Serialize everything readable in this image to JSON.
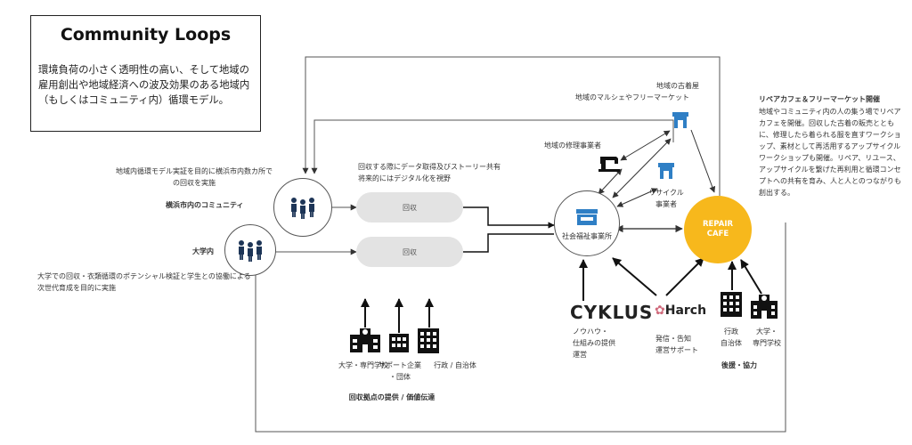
{
  "title": "Community Loops",
  "description": "環境負荷の小さく透明性の高い、そして地域の雇用創出や地域経済への波及効果のある地域内（もしくはコミュニティ内）循環モデル。",
  "community": {
    "note": "地域内循環モデル実証を目的に横浜市内数カ所での回収を実施",
    "label": "横浜市内のコミュニティ"
  },
  "university": {
    "label": "大学内",
    "note": "大学での回収・衣類循環のポテンシャル検証と学生との協働による次世代育成を目的に実施"
  },
  "collection": {
    "note_line1": "回収する際にデータ取得及びストーリー共有",
    "note_line2": "将来的にはデジタル化を視野",
    "pill_top": "回収",
    "pill_bottom": "回収"
  },
  "welfare_office": "社会福祉事業所",
  "repair_shop": "地域の修理事業者",
  "used_clothing": {
    "line1": "地域の古着屋",
    "line2": "地域のマルシェやフリーマーケット"
  },
  "recycler": {
    "line1": "リサイクル",
    "line2": "事業者"
  },
  "repair_cafe": {
    "line1": "REPAIR",
    "line2": "CAFE",
    "heading": "リペアカフェ＆フリーマーケット開催",
    "body": "地域やコミュニティ内の人の集う場でリペアカフェを開催。回収した古着の販売とともに、修理したら着られる服を直すワークショップ、素材として再活用するアップサイクルワークショップも開催。リペア、リユース、アップサイクルを繋げた再利用と循環コンセプトへの共有を育み、人と人とのつながりも創出する。"
  },
  "cyklus": {
    "logo": "CYKLUS",
    "line1": "ノウハウ・",
    "line2": "仕組みの提供",
    "line3": "運営"
  },
  "harch": {
    "logo": "Harch",
    "line1": "発信・告知",
    "line2": "運営サポート"
  },
  "support": {
    "gov_line1": "行政",
    "gov_line2": "自治体",
    "univ_line1": "大学・",
    "univ_line2": "専門学校",
    "caption": "後援・協力"
  },
  "bottom": {
    "label_univ": "大学・専門学校",
    "label_company_line1": "サポート企業",
    "label_company_line2": "・団体",
    "label_gov": "行政 / 自治体",
    "caption": "回収拠点の提供 / 価値伝達"
  },
  "colors": {
    "repair_cafe": "#f7b81c",
    "shop_icon": "#2f7fc5",
    "harch_mark": "#d06a7c",
    "pill": "#e3e3e3"
  }
}
